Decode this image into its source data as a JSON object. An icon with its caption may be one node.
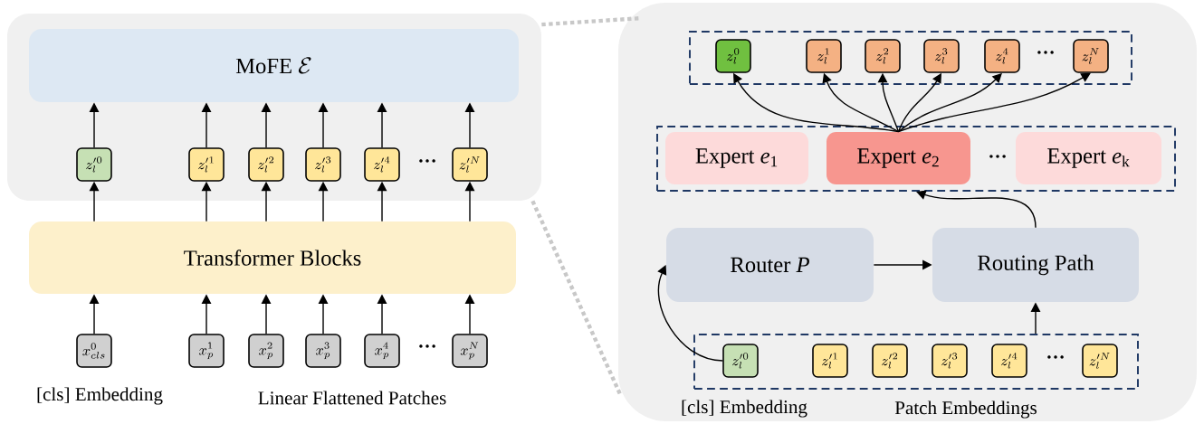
{
  "diagram": {
    "nodes": [
      {
        "text": [],
        "shape": "box"
      },
      {
        "text": [
          "\\mathrm{MoFE}\\ \\mathcal{E}"
        ],
        "in": 0
      },
      {
        "text": [
          "z'^{0}_{l}"
        ],
        "in": 0
      },
      {
        "text": [
          "z'^{1}_{l}"
        ],
        "in": 0
      },
      {
        "text": [
          "z'^{2}_{l}"
        ],
        "in": 0
      },
      {
        "text": [
          "z'^{3}_{l}"
        ],
        "in": 0
      },
      {
        "text": [
          "z'^{4}_{l}"
        ],
        "in": 0
      },
      {
        "text": [
          "z'^{N}_{l}"
        ],
        "in": 0
      },
      {
        "text": [
          "Transformer Blocks"
        ]
      },
      {
        "text": [
          "x^{0}_{cls}"
        ]
      },
      {
        "text": [
          "x^{1}_{p}"
        ]
      },
      {
        "text": [
          "x^{2}_{p}"
        ]
      },
      {
        "text": [
          "x^{3}_{p}"
        ]
      },
      {
        "text": [
          "x^{4}_{p}"
        ]
      },
      {
        "text": [
          "x^{N}_{p}"
        ]
      },
      {
        "text": [],
        "shape": "box"
      },
      {
        "text": [],
        "shape": "box",
        "in": 15
      },
      {
        "text": [
          "z^{0}_{l}"
        ],
        "in": 16
      },
      {
        "text": [
          "z^{1}_{l}"
        ],
        "in": 16
      },
      {
        "text": [
          "z^{2}_{l}"
        ],
        "in": 16
      },
      {
        "text": [
          "z^{3}_{l}"
        ],
        "in": 16
      },
      {
        "text": [
          "z^{4}_{l}"
        ],
        "in": 16
      },
      {
        "text": [
          "z^{N}_{l}"
        ],
        "in": 16
      },
      {
        "text": [],
        "shape": "box",
        "in": 15
      },
      {
        "text": [
          "Expert *e*$_{1}$"
        ],
        "in": 23
      },
      {
        "text": [
          "Expert *e*$_{2}$"
        ],
        "in": 23
      },
      {
        "text": [
          "Expert *e*$_{k}$"
        ],
        "in": 23
      },
      {
        "text": [
          "Router *P*"
        ],
        "in": 15
      },
      {
        "text": [
          "Routing Path"
        ],
        "in": 15
      },
      {
        "text": [],
        "shape": "box",
        "in": 15
      },
      {
        "text": [
          "z'^{0}_{l}"
        ],
        "in": 29
      },
      {
        "text": [
          "z'^{1}_{l}"
        ],
        "in": 29
      },
      {
        "text": [
          "z'^{2}_{l}"
        ],
        "in": 29
      },
      {
        "text": [
          "z'^{3}_{l}"
        ],
        "in": 29
      },
      {
        "text": [
          "z'^{4}_{l}"
        ],
        "in": 29
      },
      {
        "text": [
          "z'^{N}_{l}"
        ],
        "in": 29
      }
    ],
    "edges": [
      {
        "from": 2,
        "to": 1,
        "arrow": "to"
      },
      {
        "from": 3,
        "to": 1,
        "arrow": "to"
      },
      {
        "from": 4,
        "to": 1,
        "arrow": "to"
      },
      {
        "from": 5,
        "to": 1,
        "arrow": "to"
      },
      {
        "from": 6,
        "to": 1,
        "arrow": "to"
      },
      {
        "from": 7,
        "to": 1,
        "arrow": "to"
      },
      {
        "from": 8,
        "to": 2,
        "arrow": "to"
      },
      {
        "from": 8,
        "to": 3,
        "arrow": "to"
      },
      {
        "from": 8,
        "to": 4,
        "arrow": "to"
      },
      {
        "from": 8,
        "to": 5,
        "arrow": "to"
      },
      {
        "from": 8,
        "to": 6,
        "arrow": "to"
      },
      {
        "from": 8,
        "to": 7,
        "arrow": "to"
      },
      {
        "from": 9,
        "to": 8,
        "arrow": "to"
      },
      {
        "from": 10,
        "to": 8,
        "arrow": "to"
      },
      {
        "from": 11,
        "to": 8,
        "arrow": "to"
      },
      {
        "from": 12,
        "to": 8,
        "arrow": "to"
      },
      {
        "from": 13,
        "to": 8,
        "arrow": "to"
      },
      {
        "from": 14,
        "to": 8,
        "arrow": "to"
      },
      {
        "from": 25,
        "to": 17,
        "arrow": "to"
      },
      {
        "from": 25,
        "to": 18,
        "arrow": "to"
      },
      {
        "from": 25,
        "to": 19,
        "arrow": "to"
      },
      {
        "from": 25,
        "to": 20,
        "arrow": "to"
      },
      {
        "from": 25,
        "to": 21,
        "arrow": "to"
      },
      {
        "from": 25,
        "to": 22,
        "arrow": "to"
      },
      {
        "from": 28,
        "to": 23,
        "arrow": "to"
      },
      {
        "from": 27,
        "to": 28,
        "arrow": "to"
      },
      {
        "from": 30,
        "to": 27,
        "arrow": "to"
      },
      {
        "from": 29,
        "to": 28,
        "arrow": "to"
      },
      {
        "from": 0,
        "to": 15,
        "arrow": "none",
        "style": "dashed",
        "color": "#c8c8c8"
      },
      {
        "from": 0,
        "to": 15,
        "arrow": "none",
        "style": "dashed",
        "color": "#c8c8c8"
      }
    ],
    "labels": [
      "…",
      "…",
      "[cls] Embedding",
      "Linear Flattened Patches",
      "…",
      "…",
      "…",
      "[cls] Embedding",
      "Patch Embeddings"
    ]
  }
}
